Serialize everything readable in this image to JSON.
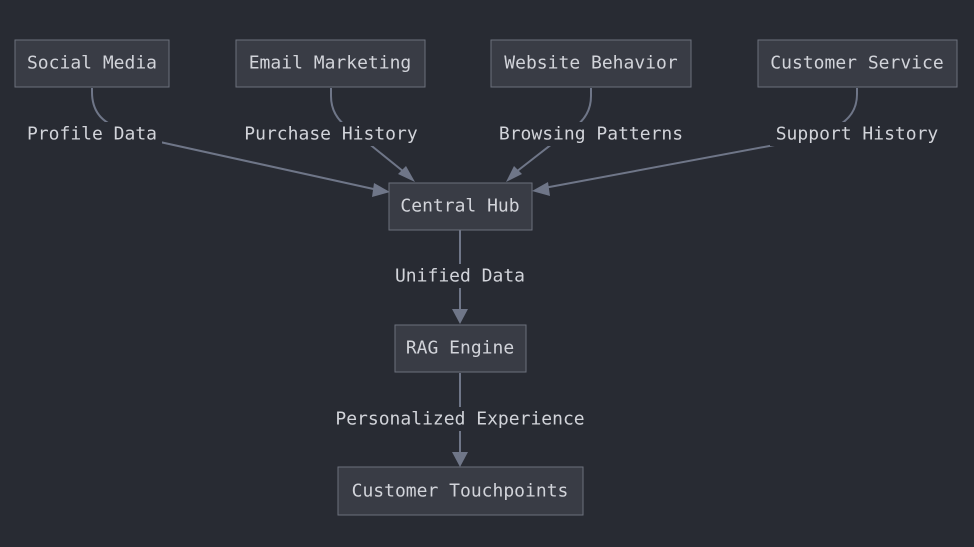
{
  "nodes": {
    "social_media": "Social Media",
    "email_marketing": "Email Marketing",
    "website_behavior": "Website Behavior",
    "customer_service": "Customer Service",
    "central_hub": "Central Hub",
    "rag_engine": "RAG Engine",
    "customer_touchpoints": "Customer Touchpoints"
  },
  "edges": {
    "profile_data": "Profile Data",
    "purchase_history": "Purchase History",
    "browsing_patterns": "Browsing Patterns",
    "support_history": "Support History",
    "unified_data": "Unified Data",
    "personalized_experience": "Personalized Experience"
  },
  "colors": {
    "background": "#282b33",
    "node_fill": "#393c45",
    "node_stroke": "#6c707c",
    "edge": "#6f7688",
    "text": "#d2d4da"
  }
}
